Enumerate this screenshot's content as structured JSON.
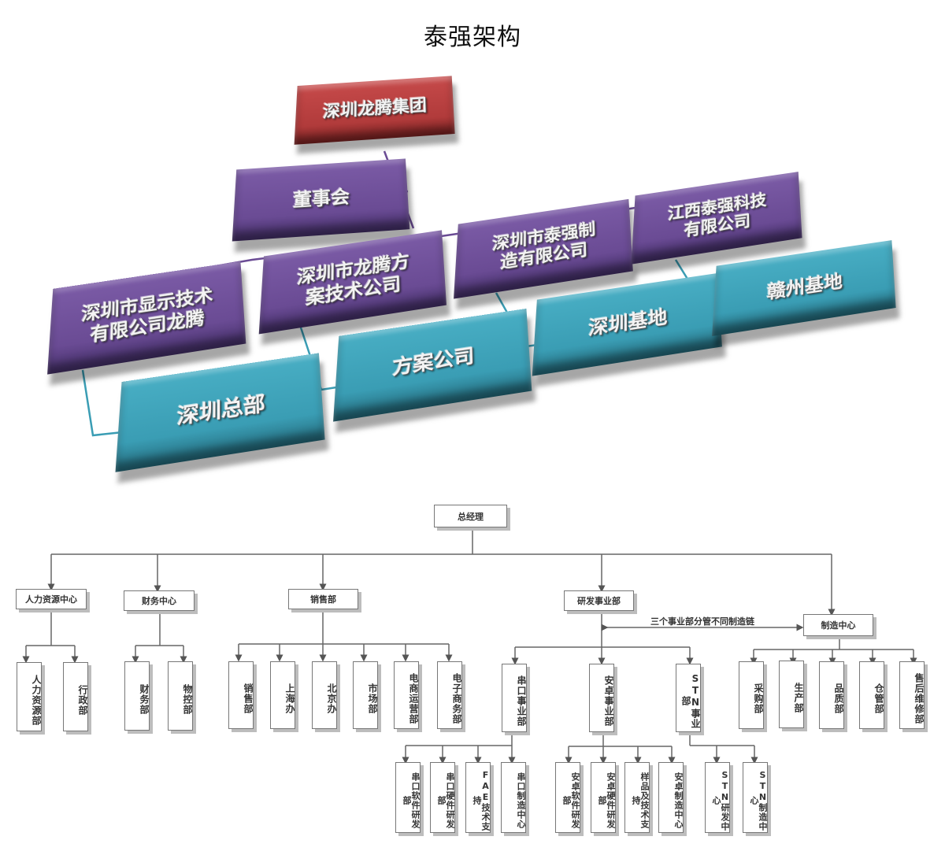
{
  "title": "泰强架构",
  "org3d": {
    "group": "深圳龙腾集团",
    "board": "董事会",
    "companies": [
      {
        "line1": "深圳市显示技术",
        "line2": "有限公司龙腾"
      },
      {
        "line1": "深圳市龙腾方",
        "line2": "案技术公司"
      },
      {
        "line1": "深圳市泰强制",
        "line2": "造有限公司"
      },
      {
        "line1": "江西泰强科技",
        "line2": "有限公司"
      }
    ],
    "units": [
      "深圳总部",
      "方案公司",
      "深圳基地",
      "赣州基地"
    ],
    "colors": {
      "group": "#b13b3b",
      "company": "#6a4b94",
      "unit": "#3a9db4"
    }
  },
  "flow": {
    "root": "总经理",
    "level1": [
      "人力资源中心",
      "财务中心",
      "销售部",
      "研发事业部",
      "制造中心"
    ],
    "note": "三个事业部分管不同制造链",
    "hr_children": [
      "人力资源部",
      "行政部"
    ],
    "finance_children": [
      "财务部",
      "物控部"
    ],
    "sales_children": [
      "销售部",
      "上海办",
      "北京办",
      "市场部",
      "电商运营部",
      "电子商务部"
    ],
    "rd_children": [
      "串口事业部",
      "安卓事业部",
      "STN事业部"
    ],
    "mfg_children": [
      "采购部",
      "生产部",
      "品质部",
      "仓管部",
      "售后维修部"
    ],
    "serial_children": [
      "串口软件研发部",
      "串口硬件研发部",
      "FAE技术支持",
      "串口制造中心"
    ],
    "android_children": [
      "安卓软件研发部",
      "安卓硬件研发部",
      "样品及技术支持",
      "安卓制造中心"
    ],
    "stn_children": [
      "STN研发中心",
      "STN制造中心"
    ]
  }
}
